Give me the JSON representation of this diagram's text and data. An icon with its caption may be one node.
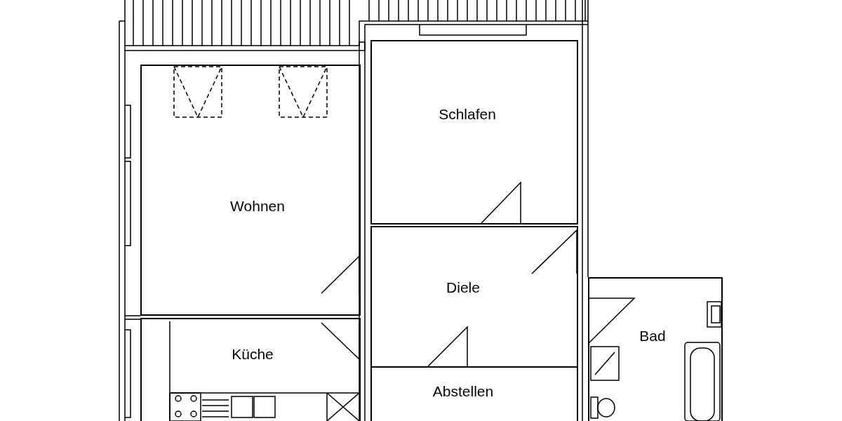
{
  "diagram": {
    "nodes": [
      {
        "text": [
          "Schlafen"
        ]
      },
      {
        "text": [
          "Wohnen"
        ]
      },
      {
        "text": [
          "Diele"
        ]
      },
      {
        "text": [
          "Bad"
        ]
      },
      {
        "text": [
          "Küche"
        ]
      },
      {
        "text": [
          "Abstellen"
        ]
      }
    ]
  }
}
